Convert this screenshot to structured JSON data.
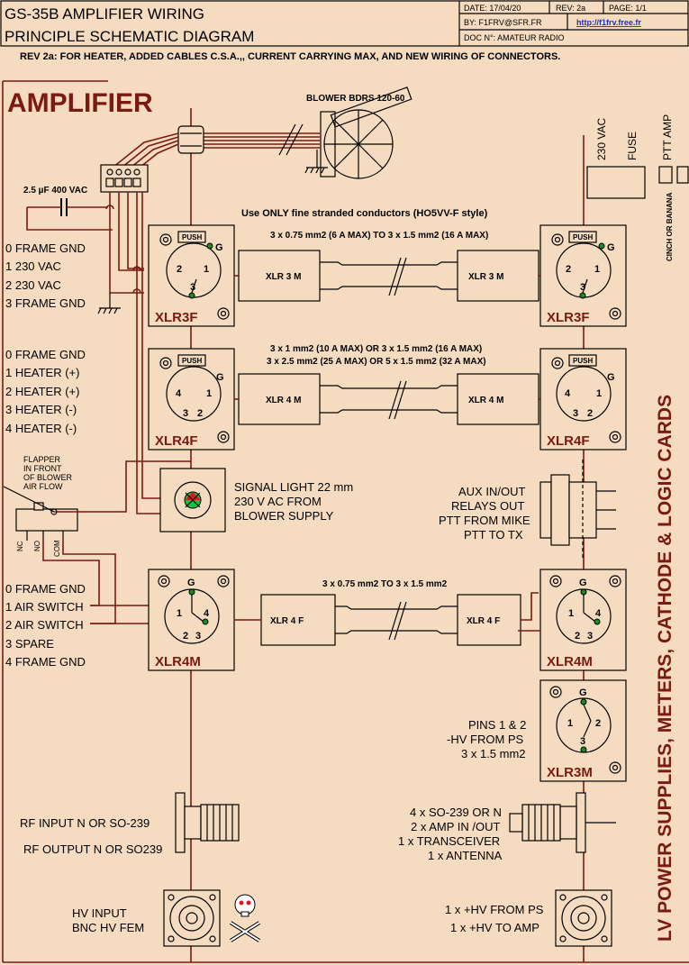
{
  "header": {
    "title_line1": "GS-35B  AMPLIFIER WIRING",
    "title_line2": "PRINCIPLE SCHEMATIC DIAGRAM",
    "date": "DATE: 17/04/20",
    "rev": "REV: 2a",
    "page": "PAGE:  1/1",
    "by": "BY:  F1FRV@SFR.FR",
    "url": "http://f1frv.free.fr",
    "doc": "DOC N°: AMATEUR RADIO",
    "revision_note": "REV 2a: FOR HEATER, ADDED CABLES C.S.A.,, CURRENT CARRYING MAX, AND NEW WIRING OF CONNECTORS."
  },
  "section_title": "AMPLIFIER",
  "blower": "BLOWER BDRS 120-60",
  "capacitor": "2.5 µF 400 VAC",
  "conductor_note": "Use ONLY fine stranded conductors (HO5VV-F style)",
  "right_top_labels": [
    "230 VAC",
    "FUSE",
    "PTT AMP"
  ],
  "cinch_label": "CINCH OR BANANA",
  "side_label": "LV POWER SUPPLIES, METERS, CATHODE & LOGIC CARDS",
  "xlr3_pins": [
    "0 FRAME GND",
    "1 230 VAC",
    "2 230 VAC",
    "3 FRAME GND"
  ],
  "xlr4_pins": [
    "0 FRAME GND",
    "1 HEATER (+)",
    "2 HEATER (+)",
    "3 HEATER (-)",
    "4 HEATER (-)"
  ],
  "xlr4m_pins": [
    "0 FRAME GND",
    "1 AIR SWITCH",
    "2 AIR SWITCH",
    "3 SPARE",
    "4 FRAME GND"
  ],
  "flapper": [
    "FLAPPER",
    "IN FRONT",
    "OF BLOWER",
    "AIR FLOW"
  ],
  "switch_pins": [
    "NC",
    "NO",
    "COM"
  ],
  "cable1": {
    "spec": "3 x 0.75 mm2 (6 A MAX) TO 3 x 1.5 mm2 (16 A MAX)",
    "plug_l": "XLR 3 M",
    "plug_r": "XLR 3 M"
  },
  "cable2": {
    "spec1": "3 x 1 mm2 (10 A MAX) OR 3 x 1.5 mm2 (16 A MAX)",
    "spec2": "3 x 2.5 mm2 (25 A MAX) OR 5 x 1.5 mm2 (32 A MAX)",
    "plug_l": "XLR 4 M",
    "plug_r": "XLR 4 M"
  },
  "cable3": {
    "spec": "3 x 0.75 mm2 TO 3 x 1.5 mm2",
    "plug_l": "XLR 4 F",
    "plug_r": "XLR 4 F"
  },
  "connectors": {
    "xlr3f": "XLR3F",
    "xlr4f": "XLR4F",
    "xlr4m": "XLR4M",
    "xlr3m": "XLR3M",
    "push": "PUSH"
  },
  "signal_light": [
    "SIGNAL LIGHT 22 mm",
    "230 V AC FROM",
    "BLOWER SUPPLY"
  ],
  "aux": [
    "AUX IN/OUT",
    "RELAYS OUT",
    "PTT FROM MIKE",
    "PTT TO TX"
  ],
  "hv_pins": [
    "PINS 1 & 2",
    "-HV FROM PS",
    "3 x 1.5 mm2"
  ],
  "rf_left": [
    "RF INPUT N OR SO-239",
    "RF OUTPUT N OR SO239"
  ],
  "rf_right": [
    "4 x SO-239 OR N",
    "2 x AMP IN /OUT",
    "1 x TRANSCEIVER",
    "1 x ANTENNA"
  ],
  "hv_left": [
    "HV INPUT",
    "BNC HV FEM"
  ],
  "hv_right": [
    "1 x +HV FROM PS",
    "1 x +HV TO AMP"
  ],
  "colors": {
    "background": "#f5dcc0",
    "wire": "#7a1a12",
    "accent_red": "#7a1a12",
    "led_green": "#19c23a",
    "led_red": "#e01818",
    "url_blue": "#1a2fd0"
  }
}
